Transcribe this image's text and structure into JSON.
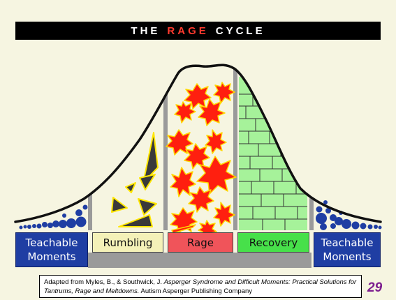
{
  "title": {
    "the": "THE",
    "rage": "RAGE",
    "cycle": "CYCLE"
  },
  "stages": {
    "teachable_left": [
      "Teachable",
      "Moments"
    ],
    "rumbling": "Rumbling",
    "rage": "Rage",
    "recovery": "Recovery",
    "teachable_right": [
      "Teachable",
      "Moments"
    ]
  },
  "colors": {
    "background": "#f6f5e1",
    "rumbling": "#f4f1b8",
    "rage": "#f0545a",
    "recovery": "#47e04a",
    "teachable": "#1f3ea3",
    "brick": "#a6f29a",
    "burst": "#ff1f0f",
    "burst_outline": "#ffd800",
    "bubble": "#1f3ea3"
  },
  "citation": {
    "prefix": "Adapted from Myles, B., & Southwick, J. ",
    "book_title": "Asperger Syndrome and Difficult Moments: Practical Solutions for Tantrums, Rage and Meltdowns.",
    "publisher": " Autism Asperger Publishing Company"
  },
  "page_number": "29"
}
